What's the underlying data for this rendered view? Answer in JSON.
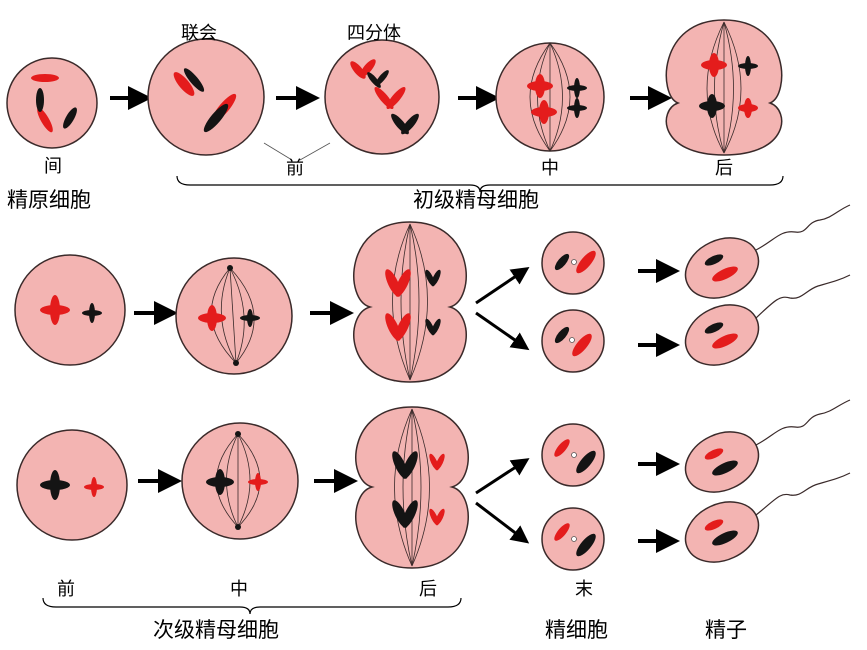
{
  "labels": {
    "lianhui": "联会",
    "sifenti": "四分体",
    "jian": "间",
    "qian_top": "前",
    "zhong_top": "中",
    "hou_top": "后",
    "jingyuan": "精原细胞",
    "chuji": "初级精母细胞",
    "qian_bottom": "前",
    "zhong_bottom": "中",
    "hou_bottom": "后",
    "mo": "末",
    "ciji": "次级精母细胞",
    "jingxibao": "精细胞",
    "jingzi": "精子"
  },
  "colors": {
    "cell_fill": "#f3b4b2",
    "cell_stroke": "#3a2a2a",
    "chrom_red": "#e41c1c",
    "chrom_black": "#141414",
    "arrow": "#000000"
  }
}
